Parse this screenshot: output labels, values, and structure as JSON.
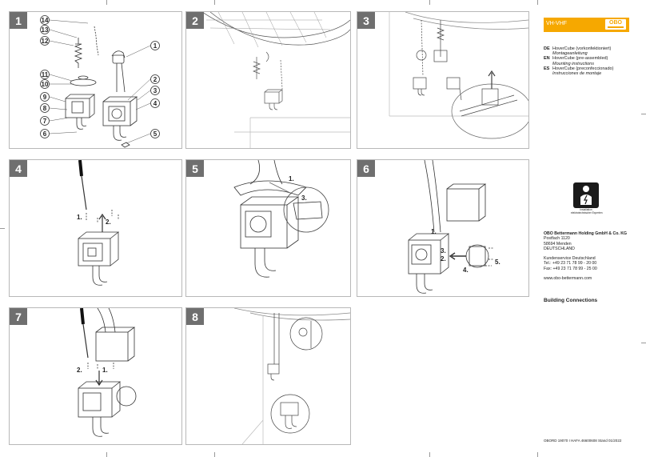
{
  "steps": [
    "1",
    "2",
    "3",
    "4",
    "5",
    "6",
    "7",
    "8"
  ],
  "step1_callouts": [
    "14",
    "13",
    "12",
    "11",
    "10",
    "9",
    "8",
    "7",
    "6",
    "1",
    "2",
    "3",
    "4",
    "5"
  ],
  "step_labels": {
    "s4_a": "1.",
    "s4_b": "2.",
    "s5_a": "1.",
    "s5_b": "3.",
    "s6_a": "1.",
    "s6_b": "2.",
    "s6_c": "3.",
    "s6_d": "4.",
    "s6_e": "5.",
    "s7_a": "2.",
    "s7_b": "1."
  },
  "header": {
    "product": "VH-VHF",
    "logo": "OBO",
    "logo_sub": "BETTERMANN"
  },
  "languages": [
    {
      "code": "DE",
      "name": "HoverCube (vorkonfektioniert)",
      "doc": "Montageanleitung"
    },
    {
      "code": "EN",
      "name": "HoverCube (pre-assembled)",
      "doc": "Mounting instructions"
    },
    {
      "code": "ES",
      "name": "HoverCube (preconfeccionado)",
      "doc": "Instrucciones de montaje"
    }
  ],
  "installer_caption": [
    "Installation",
    "elektrotechnischer Experten"
  ],
  "company": {
    "name": "OBO Bettermann Holding GmbH & Co. KG",
    "lines": [
      "Postfach 1120",
      "58694 Menden",
      "DEUTSCHLAND"
    ],
    "service": "Kundenservice Deutschland",
    "tel": "Tel.: +49 23 71 78 99 - 20 00",
    "fax": "Fax: +49 23 71 78 99 - 25 00",
    "web": "www.obo-bettermann.com"
  },
  "tagline": "Building Connections",
  "doc_number": "OBORD 19070 I HAFA 46600608 Stand 01/2022",
  "colors": {
    "brand": "#f6a800",
    "step_badge": "#6f6f6f"
  }
}
